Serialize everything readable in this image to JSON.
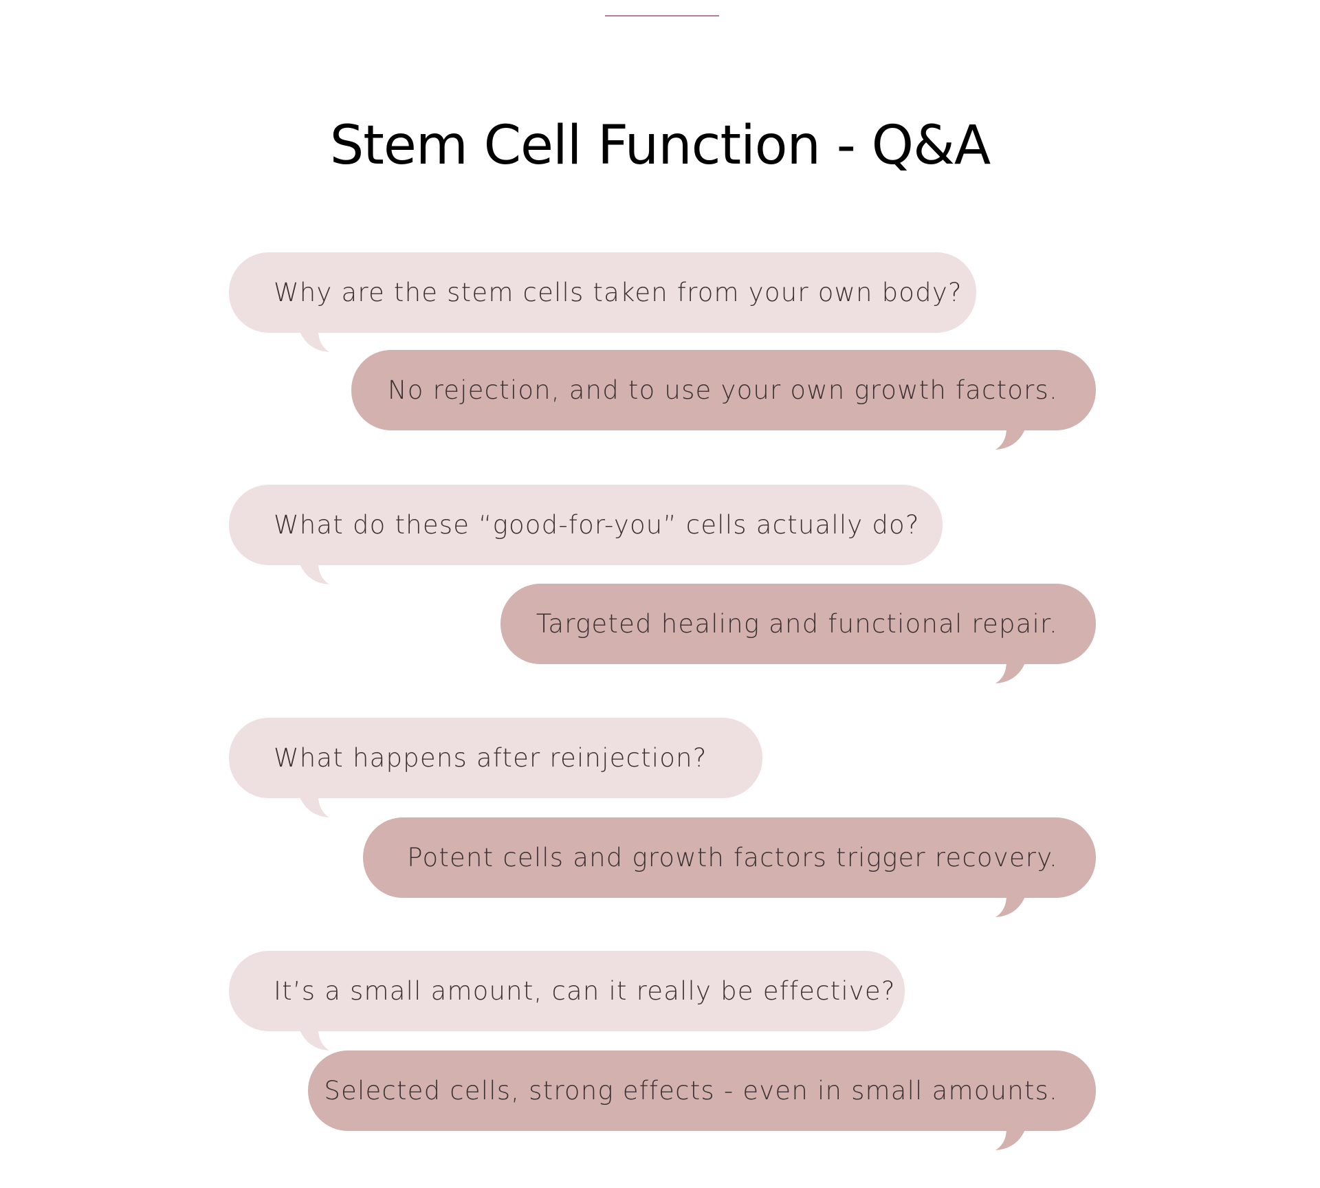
{
  "title": "Stem Cell Function - Q&A",
  "colors": {
    "question_bubble": "#eedfe0",
    "answer_bubble": "#d3b1ae",
    "divider": "#b87a9a",
    "text": "#3a3030"
  },
  "qa": [
    {
      "question": "Why are the stem cells taken from your own body?",
      "answer": "No rejection, and to use your own growth factors."
    },
    {
      "question": "What do these “good-for-you” cells actually do?",
      "answer": "Targeted healing and functional repair."
    },
    {
      "question": "What happens after reinjection?",
      "answer": "Potent cells and growth factors trigger recovery."
    },
    {
      "question": "It’s a small amount, can it really be effective?",
      "answer": "Selected cells, strong effects - even in small amounts."
    }
  ]
}
